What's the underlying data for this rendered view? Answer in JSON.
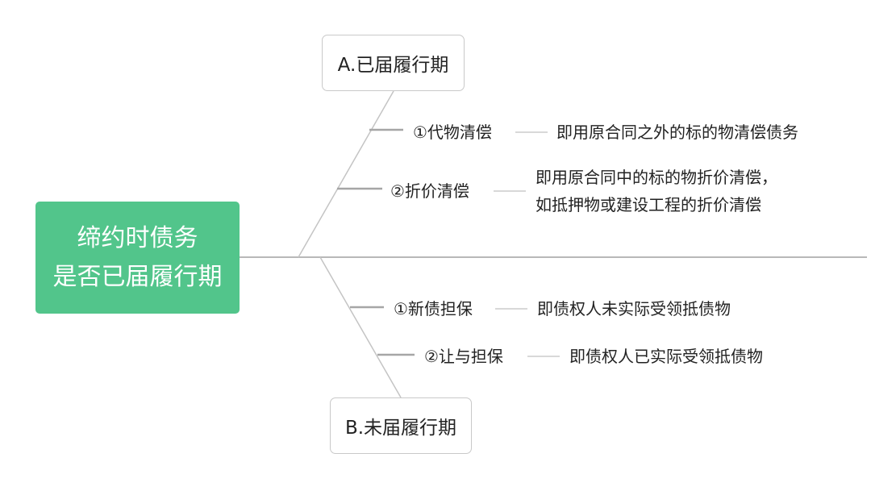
{
  "root": {
    "line1": "缔约时债务",
    "line2": "是否已届履行期"
  },
  "branches": [
    {
      "label": "A.已届履行期",
      "items": [
        {
          "label": "①代物清偿",
          "desc": [
            "即用原合同之外的标的物清偿债务"
          ]
        },
        {
          "label": "②折价清偿",
          "desc": [
            "即用原合同中的标的物折价清偿，",
            "如抵押物或建设工程的折价清偿"
          ]
        }
      ]
    },
    {
      "label": "B.未届履行期",
      "items": [
        {
          "label": "①新债担保",
          "desc": [
            "即债权人未实际受领抵债物"
          ]
        },
        {
          "label": "②让与担保",
          "desc": [
            "即债权人已实际受领抵债物"
          ]
        }
      ]
    }
  ],
  "colors": {
    "root_fill": "#52c58b",
    "line": "#b8b8b8",
    "item_line": "#a6a6a6"
  }
}
